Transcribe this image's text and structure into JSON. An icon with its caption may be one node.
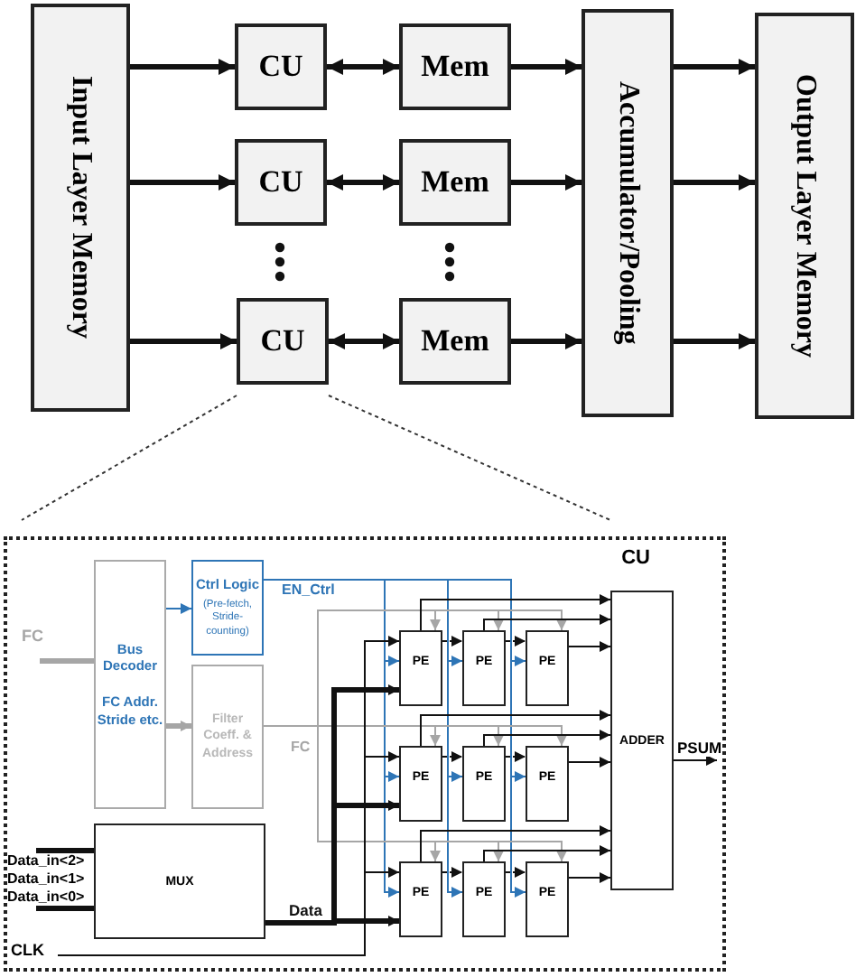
{
  "diagram": {
    "nodes": [
      {
        "text": [
          "Input Layer Memory"
        ]
      },
      {
        "text": [
          "CU"
        ]
      },
      {
        "text": [
          "Mem"
        ]
      },
      {
        "text": [
          "CU"
        ]
      },
      {
        "text": [
          "Mem"
        ]
      },
      {
        "text": [
          "CU"
        ]
      },
      {
        "text": [
          "Mem"
        ]
      },
      {
        "text": [
          "Accumulator/Pooling"
        ]
      },
      {
        "text": [
          "Output Layer Memory"
        ]
      },
      {
        "text": [
          "CU"
        ]
      },
      {
        "text": [
          "Bus Decoder",
          "FC Addr. Stride etc."
        ],
        "in": 9
      },
      {
        "text": [
          "Ctrl Logic",
          "(Pre-fetch, Stride-counting)"
        ],
        "in": 9
      },
      {
        "text": [
          "Filter Coeff. & Address"
        ],
        "in": 9
      },
      {
        "text": [
          "MUX"
        ],
        "in": 9
      },
      {
        "text": [
          "PE"
        ],
        "in": 9
      },
      {
        "text": [
          "PE"
        ],
        "in": 9
      },
      {
        "text": [
          "PE"
        ],
        "in": 9
      },
      {
        "text": [
          "PE"
        ],
        "in": 9
      },
      {
        "text": [
          "PE"
        ],
        "in": 9
      },
      {
        "text": [
          "PE"
        ],
        "in": 9
      },
      {
        "text": [
          "PE"
        ],
        "in": 9
      },
      {
        "text": [
          "PE"
        ],
        "in": 9
      },
      {
        "text": [
          "PE"
        ],
        "in": 9
      },
      {
        "text": [
          "ADDER"
        ],
        "in": 9
      },
      {
        "text": [
          "CLK"
        ],
        "in": 9
      },
      {
        "text": [
          "Data_in<2>"
        ],
        "in": 9
      },
      {
        "text": [
          "Data_in<1>"
        ],
        "in": 9
      },
      {
        "text": [
          "Data_in<0>"
        ],
        "in": 9
      }
    ],
    "edges": [
      {
        "from": 0,
        "to": 1,
        "arrow": "to",
        "style": "thick"
      },
      {
        "from": 0,
        "to": 3,
        "arrow": "to",
        "style": "thick"
      },
      {
        "from": 0,
        "to": 5,
        "arrow": "to",
        "style": "thick"
      },
      {
        "from": 1,
        "to": 2,
        "arrow": "both",
        "style": "thick"
      },
      {
        "from": 3,
        "to": 4,
        "arrow": "both",
        "style": "thick"
      },
      {
        "from": 5,
        "to": 6,
        "arrow": "both",
        "style": "thick"
      },
      {
        "from": 2,
        "to": 7,
        "arrow": "to",
        "style": "thick"
      },
      {
        "from": 4,
        "to": 7,
        "arrow": "to",
        "style": "thick"
      },
      {
        "from": 6,
        "to": 7,
        "arrow": "to",
        "style": "thick"
      },
      {
        "from": 7,
        "to": 8,
        "arrow": "to",
        "style": "thick"
      },
      {
        "from": 7,
        "to": 8,
        "arrow": "to",
        "style": "thick"
      },
      {
        "from": 7,
        "to": 8,
        "arrow": "to",
        "style": "thick"
      },
      {
        "from": null,
        "to": 10,
        "arrow": "none",
        "style": "thick",
        "color": "#a6a6a6"
      },
      {
        "from": 10,
        "to": 11,
        "arrow": "to",
        "color": "#2e75b6"
      },
      {
        "from": 10,
        "to": 12,
        "arrow": "to",
        "style": "thick",
        "color": "#a6a6a6"
      },
      {
        "from": 11,
        "to": 14,
        "arrow": "to",
        "color": "#2e75b6"
      },
      {
        "from": 11,
        "to": 15,
        "arrow": "to",
        "color": "#2e75b6"
      },
      {
        "from": 11,
        "to": 16,
        "arrow": "to",
        "color": "#2e75b6"
      },
      {
        "from": 11,
        "to": 17,
        "arrow": "to",
        "color": "#2e75b6"
      },
      {
        "from": 11,
        "to": 18,
        "arrow": "to",
        "color": "#2e75b6"
      },
      {
        "from": 11,
        "to": 19,
        "arrow": "to",
        "color": "#2e75b6"
      },
      {
        "from": 11,
        "to": 20,
        "arrow": "to",
        "color": "#2e75b6"
      },
      {
        "from": 11,
        "to": 21,
        "arrow": "to",
        "color": "#2e75b6"
      },
      {
        "from": 11,
        "to": 22,
        "arrow": "to",
        "color": "#2e75b6"
      },
      {
        "from": 12,
        "to": 14,
        "arrow": "to",
        "color": "#a6a6a6"
      },
      {
        "from": 12,
        "to": 15,
        "arrow": "to",
        "color": "#a6a6a6"
      },
      {
        "from": 12,
        "to": 16,
        "arrow": "to",
        "color": "#a6a6a6"
      },
      {
        "from": 12,
        "to": 17,
        "arrow": "to",
        "color": "#a6a6a6"
      },
      {
        "from": 12,
        "to": 18,
        "arrow": "to",
        "color": "#a6a6a6"
      },
      {
        "from": 12,
        "to": 19,
        "arrow": "to",
        "color": "#a6a6a6"
      },
      {
        "from": 12,
        "to": 20,
        "arrow": "to",
        "color": "#a6a6a6"
      },
      {
        "from": 12,
        "to": 21,
        "arrow": "to",
        "color": "#a6a6a6"
      },
      {
        "from": 12,
        "to": 22,
        "arrow": "to",
        "color": "#a6a6a6"
      },
      {
        "from": 13,
        "to": 14,
        "arrow": "to",
        "style": "thick"
      },
      {
        "from": 13,
        "to": 17,
        "arrow": "to",
        "style": "thick"
      },
      {
        "from": 13,
        "to": 20,
        "arrow": "to",
        "style": "thick"
      },
      {
        "from": 24,
        "to": 14,
        "arrow": "to"
      },
      {
        "from": 24,
        "to": 17,
        "arrow": "to"
      },
      {
        "from": 24,
        "to": 20,
        "arrow": "to"
      },
      {
        "from": 14,
        "to": 15,
        "arrow": "to",
        "style": "dashed"
      },
      {
        "from": 15,
        "to": 16,
        "arrow": "to",
        "style": "dashed"
      },
      {
        "from": 17,
        "to": 18,
        "arrow": "to",
        "style": "dashed"
      },
      {
        "from": 18,
        "to": 19,
        "arrow": "to",
        "style": "dashed"
      },
      {
        "from": 20,
        "to": 21,
        "arrow": "to",
        "style": "dashed"
      },
      {
        "from": 21,
        "to": 22,
        "arrow": "to",
        "style": "dashed"
      },
      {
        "from": 14,
        "to": 23,
        "arrow": "to"
      },
      {
        "from": 15,
        "to": 23,
        "arrow": "to"
      },
      {
        "from": 16,
        "to": 23,
        "arrow": "to"
      },
      {
        "from": 17,
        "to": 23,
        "arrow": "to"
      },
      {
        "from": 18,
        "to": 23,
        "arrow": "to"
      },
      {
        "from": 19,
        "to": 23,
        "arrow": "to"
      },
      {
        "from": 20,
        "to": 23,
        "arrow": "to"
      },
      {
        "from": 21,
        "to": 23,
        "arrow": "to"
      },
      {
        "from": 22,
        "to": 23,
        "arrow": "to"
      },
      {
        "from": 25,
        "to": 13,
        "arrow": "none",
        "style": "thick"
      },
      {
        "from": 27,
        "to": 13,
        "arrow": "none",
        "style": "thick"
      },
      {
        "from": 23,
        "to": null,
        "arrow": "to",
        "label": "PSUM"
      }
    ],
    "labels": [
      "FC",
      "EN_Ctrl",
      "FC",
      "Data"
    ]
  }
}
